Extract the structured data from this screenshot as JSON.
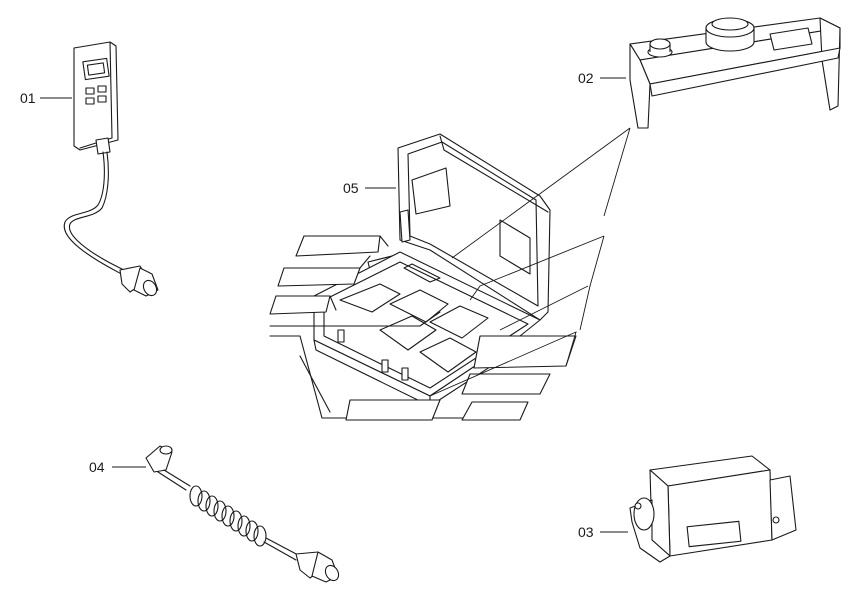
{
  "callouts": {
    "c01": "01",
    "c02": "02",
    "c03": "03",
    "c04": "04",
    "c05": "05"
  },
  "colors": {
    "line": "#1a1a1a",
    "background": "#ffffff"
  }
}
